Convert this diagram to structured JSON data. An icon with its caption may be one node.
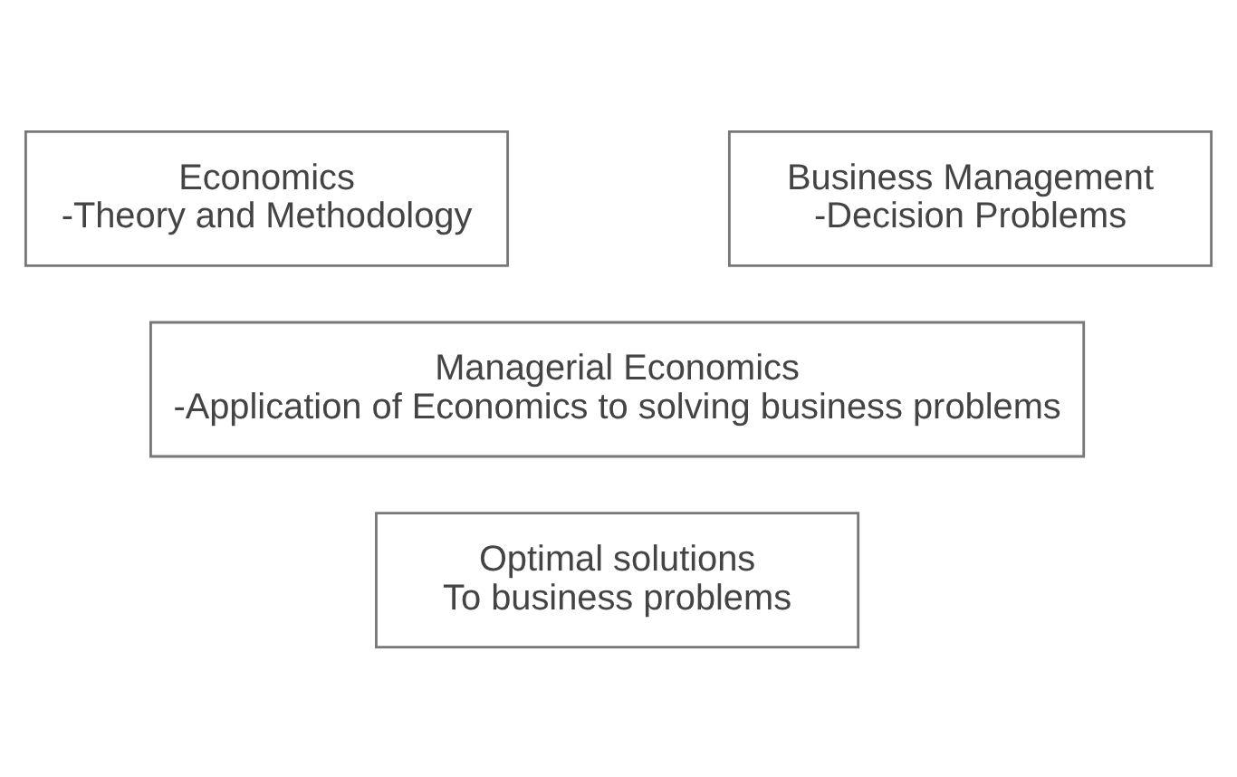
{
  "diagram": {
    "nodes": [
      {
        "text": [
          "Economics",
          "-Theory and Methodology"
        ]
      },
      {
        "text": [
          "Business Management",
          "-Decision Problems"
        ]
      },
      {
        "text": [
          "Managerial Economics",
          "-Application of Economics to solving business problems"
        ]
      },
      {
        "text": [
          "Optimal solutions",
          "To business problems"
        ]
      }
    ]
  }
}
